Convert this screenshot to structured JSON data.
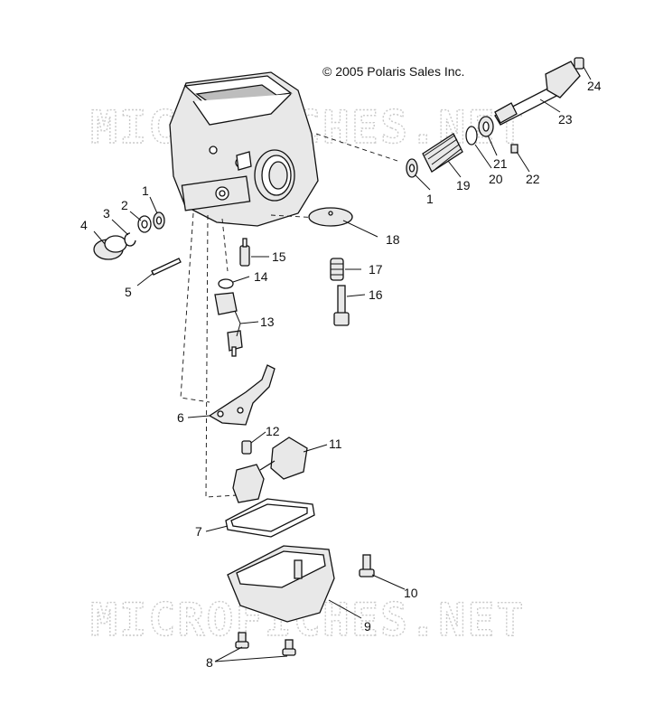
{
  "copyright": "© 2005 Polaris Sales Inc.",
  "watermark": "MICROFICHES.NET",
  "callouts": {
    "c1a": "1",
    "c1b": "1",
    "c2": "2",
    "c3": "3",
    "c4": "4",
    "c5": "5",
    "c6": "6",
    "c7": "7",
    "c8": "8",
    "c9": "9",
    "c10": "10",
    "c11": "11",
    "c12": "12",
    "c13": "13",
    "c14": "14",
    "c15": "15",
    "c16": "16",
    "c17": "17",
    "c18": "18",
    "c19": "19",
    "c20": "20",
    "c21": "21",
    "c22": "22",
    "c23": "23",
    "c24": "24"
  }
}
